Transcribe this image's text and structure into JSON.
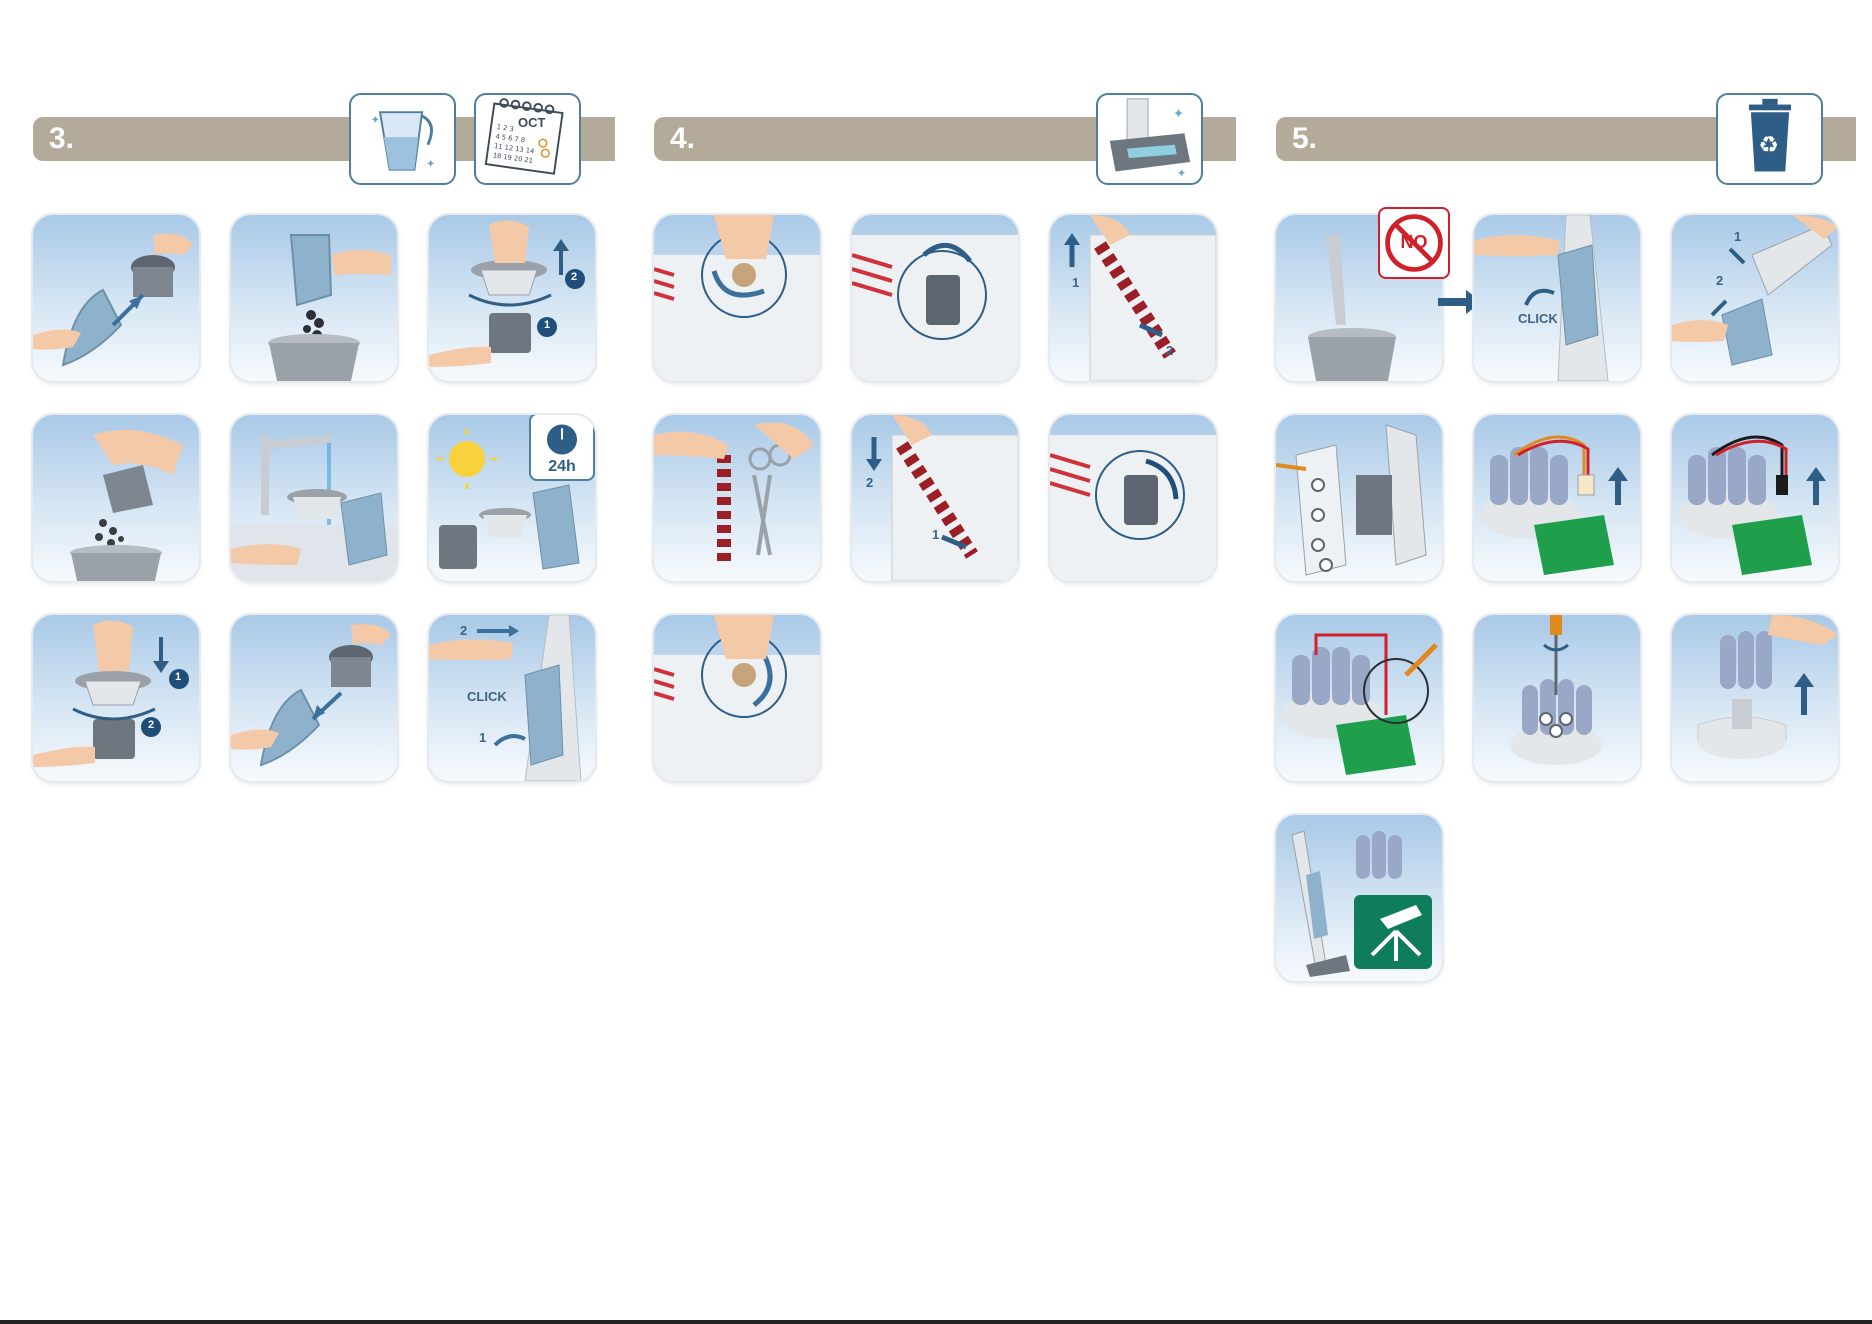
{
  "colors": {
    "section_bar": "#b3aa9a",
    "badge_border": "#4f7fa0",
    "tile_top": "#a9c9e7",
    "accent_blue": "#3b6585",
    "warning_red": "#d0202a",
    "weee_green": "#0f7d5b"
  },
  "sections": [
    {
      "number": "3.",
      "badge_icons": [
        "dust-container-icon",
        "calendar-icon"
      ],
      "calendar_month": "OCT"
    },
    {
      "number": "4.",
      "badge_icons": [
        "clean-brush-nozzle-icon"
      ]
    },
    {
      "number": "5.",
      "badge_icons": [
        "recycle-bin-icon"
      ]
    }
  ],
  "labels": {
    "click": "CLICK",
    "timer": "24h",
    "prohibition": "NO",
    "step_1": "1",
    "step_2": "2"
  }
}
